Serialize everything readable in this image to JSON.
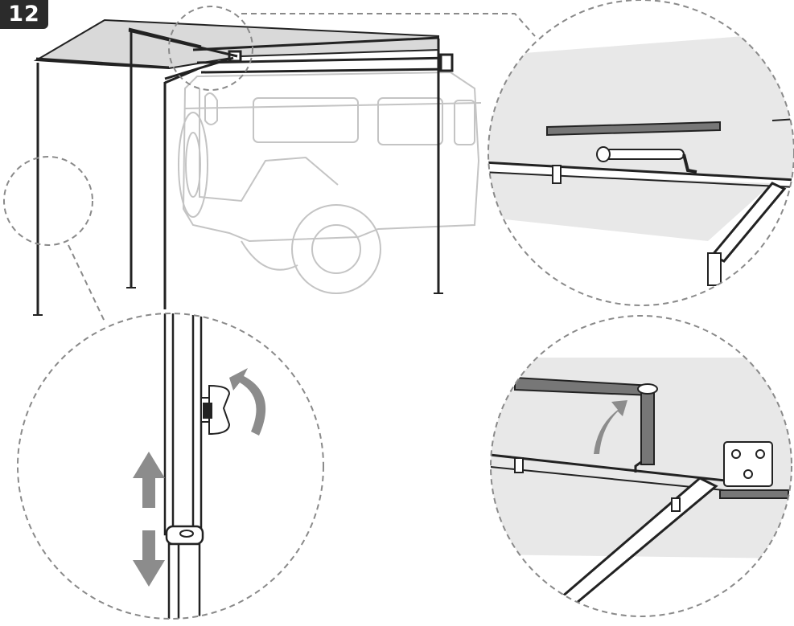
{
  "step": {
    "number": "12"
  },
  "colors": {
    "ink": "#222222",
    "awning_fabric": "#d9d9d9",
    "detail_fabric": "#e8e8e8",
    "vehicle_outline": "#c4c4c4",
    "dashed_callout": "#8a8a8a",
    "action_arrow": "#8c8c8c",
    "strap": "#777777"
  },
  "icons": {
    "overview": "awning-assembly-on-vehicle",
    "callout_top_right": "awning-strap-detail",
    "callout_bottom_right": "strap-lifted-detail",
    "callout_left": "leg-height-adjust-detail",
    "rotate_arrow": "rotate-knob-arrow-icon",
    "up_down_arrows": "adjust-height-arrows-icon",
    "lift_arrow": "lift-strap-arrow-icon"
  }
}
